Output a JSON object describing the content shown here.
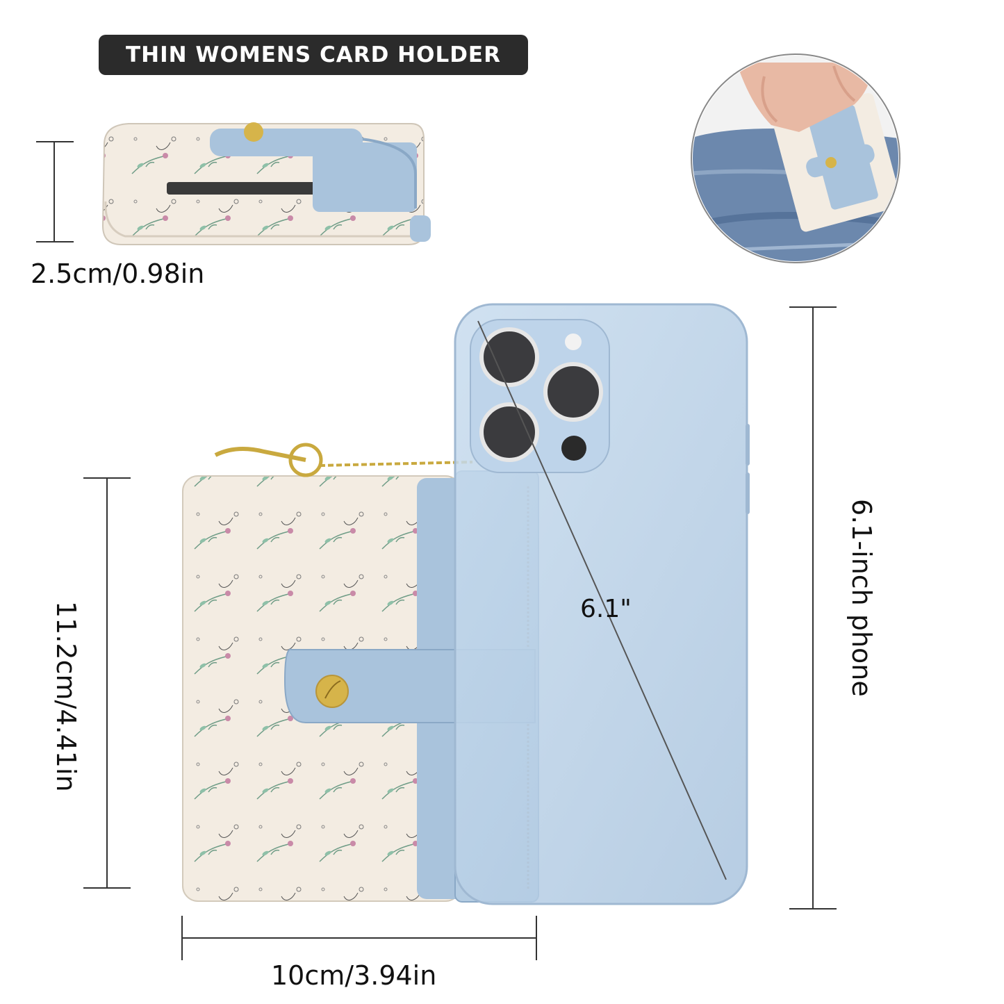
{
  "title": "THIN WOMENS CARD HOLDER",
  "measurements": {
    "thickness": "2.5cm/0.98in",
    "height": "11.2cm/4.41in",
    "width": "10cm/3.94in",
    "phone_diagonal": "6.1\"",
    "phone_size": "6.1-inch phone"
  },
  "colors": {
    "title_bg": "#2b2b2b",
    "wallet_body": "#f3ece2",
    "wallet_blue": "#a9c3dc",
    "phone_blue": "#b7cfe6",
    "snap_gold": "#d6b44a"
  },
  "icons": {
    "snap_button": "gold-leaf-snap-icon",
    "keyring": "keyring-clasp-icon"
  }
}
